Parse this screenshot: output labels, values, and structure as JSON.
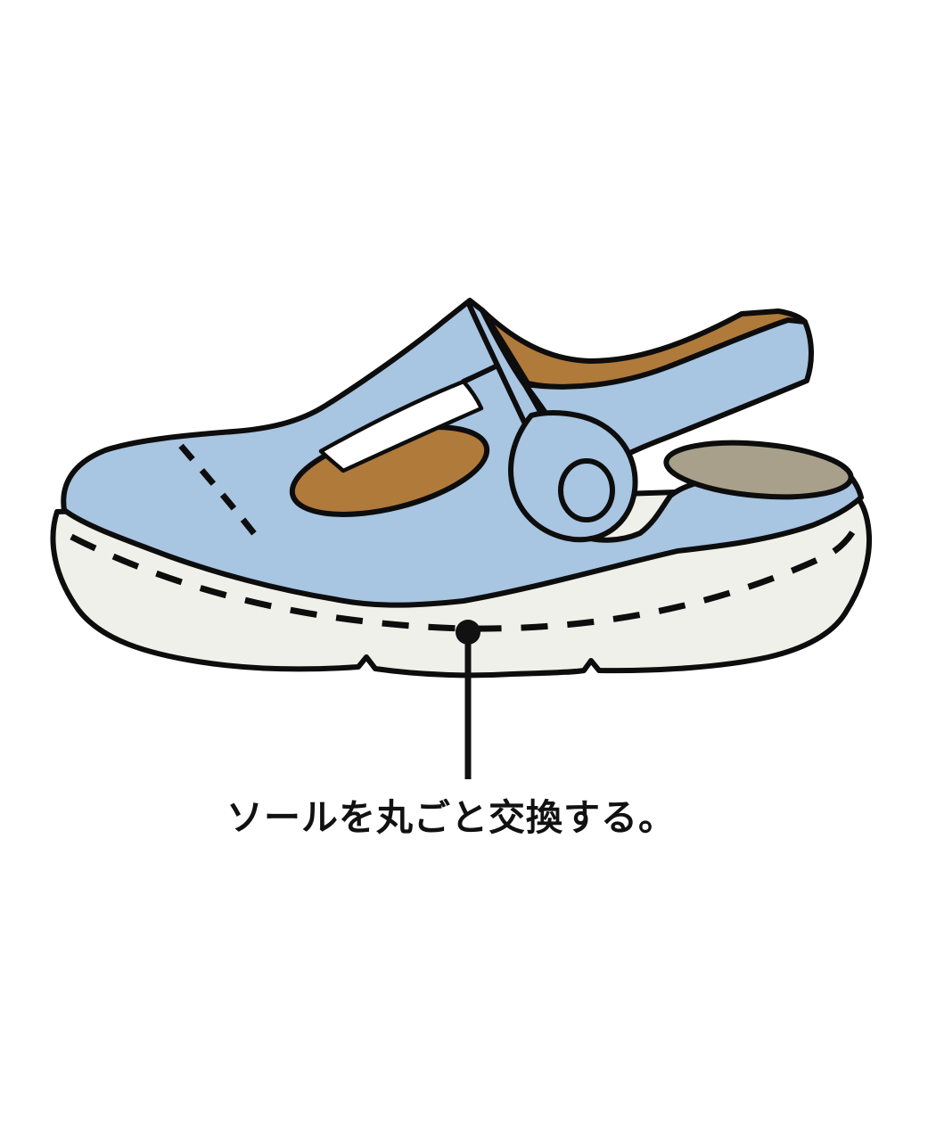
{
  "caption": {
    "text": "ソールを丸ごと交換する。"
  },
  "illustration": {
    "subject": "side view of a light blue T-strap clog sandal with snap button, brown insole, grey heel pad and thick off-white sole",
    "callout_target": "sole"
  },
  "colors": {
    "background": "#ffffff",
    "outline": "#0d0d0d",
    "upper": "#a8c5e2",
    "insole": "#b07a3b",
    "heelpad": "#a9a08b",
    "sole": "#eef0e9",
    "callout": "#111111"
  }
}
